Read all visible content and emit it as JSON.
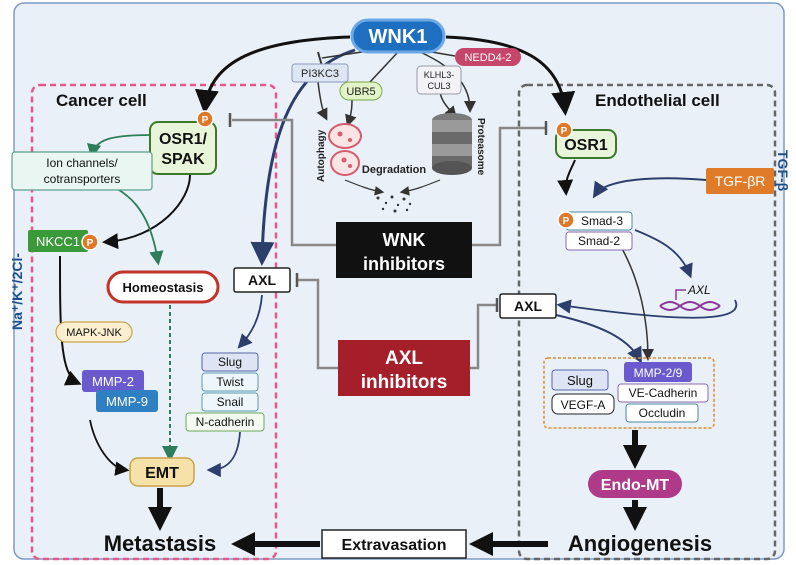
{
  "colors": {
    "background_panel": "#eaf0f8",
    "panel_border": "#7d9cc4",
    "cancel_border": "#e8578a",
    "endo_border": "#666666",
    "wnk1_fill": "#1f6fc0",
    "osr_fill": "#e9f5da",
    "osr_border": "#3a7a2a",
    "nkcc1_fill": "#3a9a3a",
    "tgf_fill": "#e07b2a",
    "wnk_inhib_fill": "#111111",
    "axl_inhib_fill": "#a51f2a",
    "endo_mt_fill": "#b03a8a",
    "mmp2_fill": "#6a5acd",
    "mmp9_fill": "#2f80c2",
    "emt_fill": "#f6e2a8",
    "phospho": "#e0782a",
    "nedd_fill": "#c6456a"
  },
  "nodes": {
    "wnk1": "WNK1",
    "pi3kc3": "PI3KC3",
    "nedd4_2": "NEDD4-2",
    "ubr5": "UBR5",
    "klhl3_cul3": [
      "KLHL3-",
      "CUL3"
    ],
    "autophagy": "Autophagy",
    "proteasome": "Proteasome",
    "degradation": "Degradation",
    "cancer_cell": "Cancer cell",
    "endothelial_cell": "Endothelial cell",
    "osr1_spak": [
      "OSR1/",
      "SPAK"
    ],
    "osr1": "OSR1",
    "phospho": "P",
    "ion_channels": [
      "Ion channels/",
      "cotransporters"
    ],
    "nkcc1": "NKCC1",
    "homeostasis": "Homeostasis",
    "axl_cancer": "AXL",
    "axl_endo": "AXL",
    "axl_gene": "AXL",
    "mapk_jnk": "MAPK-JNK",
    "mmp2": "MMP-2",
    "mmp9": "MMP-9",
    "slug": "Slug",
    "twist": "Twist",
    "snail": "Snail",
    "n_cadherin": "N-cadherin",
    "emt": "EMT",
    "metastasis": "Metastasis",
    "extravasation": "Extravasation",
    "angiogenesis": "Angiogenesis",
    "wnk_inhibitors": [
      "WNK",
      "inhibitors"
    ],
    "axl_inhibitors": [
      "AXL",
      "inhibitors"
    ],
    "tgf_br": "TGF-βR",
    "tgf_b": "TGF-β",
    "smad3": "Smad-3",
    "smad2": "Smad-2",
    "endo_slug": "Slug",
    "vegf_a": "VEGF-A",
    "mmp29": "MMP-2/9",
    "ve_cadherin": "VE-Cadherin",
    "occludin": "Occludin",
    "endo_mt": "Endo-MT",
    "side_label": "Na⁺/K⁺/2Cl-"
  }
}
